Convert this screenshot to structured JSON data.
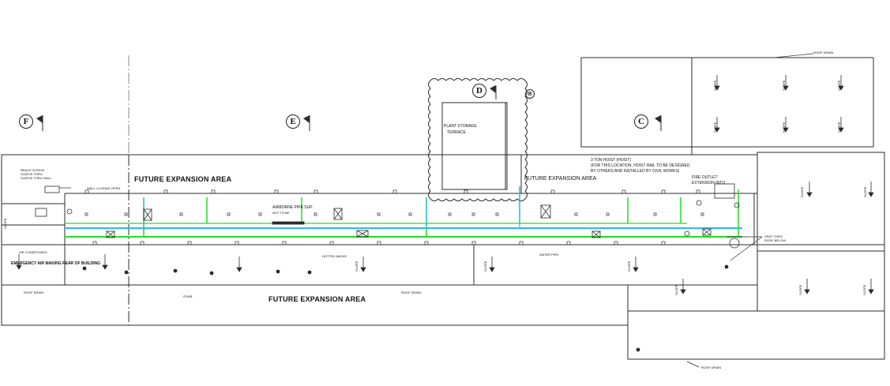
{
  "colors": {
    "line": "#2b2b2b",
    "green": "#22dd22",
    "blue": "#33b5f0",
    "bg": "#ffffff"
  },
  "grid": {
    "F": "F",
    "E": "E",
    "D": "D",
    "C": "C",
    "D_sub": "B"
  },
  "labels": {
    "future_top_left": "FUTURE EXPANSION AREA",
    "future_top_right": "FUTURE EXPANSION AREA",
    "future_bottom": "FUTURE EXPANSION AREA",
    "plant_storage_1": "PLANT STORAGE",
    "plant_storage_2": "TERRACE",
    "hoist_1": "3 TON HOIST (HOIST)",
    "hoist_2": "(FOR THIS LOCATION, HOIST RAIL TO BE DESIGNED",
    "hoist_3": "BY OTHERS AND INSTALLED BY CIVIL WORKS)",
    "fire_1": "FIRE OUTLET",
    "fire_2": "EXTENSION INTO",
    "airborne": "AIRBORNE PIPE SUP",
    "airborne_2": "NOT TO BE",
    "dotted_above": "DOTTED ABOVE",
    "pipe_label": "WATER PIPE",
    "wall_ceiling": "WALL CLOSING OPEN",
    "pipe_left_1": "BRACE SLEEVE",
    "pipe_left_2": "SLEEVE THRU",
    "pipe_left_3": "SLEEVE THRU WALL",
    "left_low_1": "EMERGENCY AIR MAKING REAR OF BUILDING",
    "left_low_2": "AIR CONDITIONED",
    "stair": "STAIR",
    "slope": "SLOPE",
    "roof_drain": "ROOF DRAIN",
    "vent_1": "VENT THRU",
    "vent_2": "ROOF BELOW"
  }
}
